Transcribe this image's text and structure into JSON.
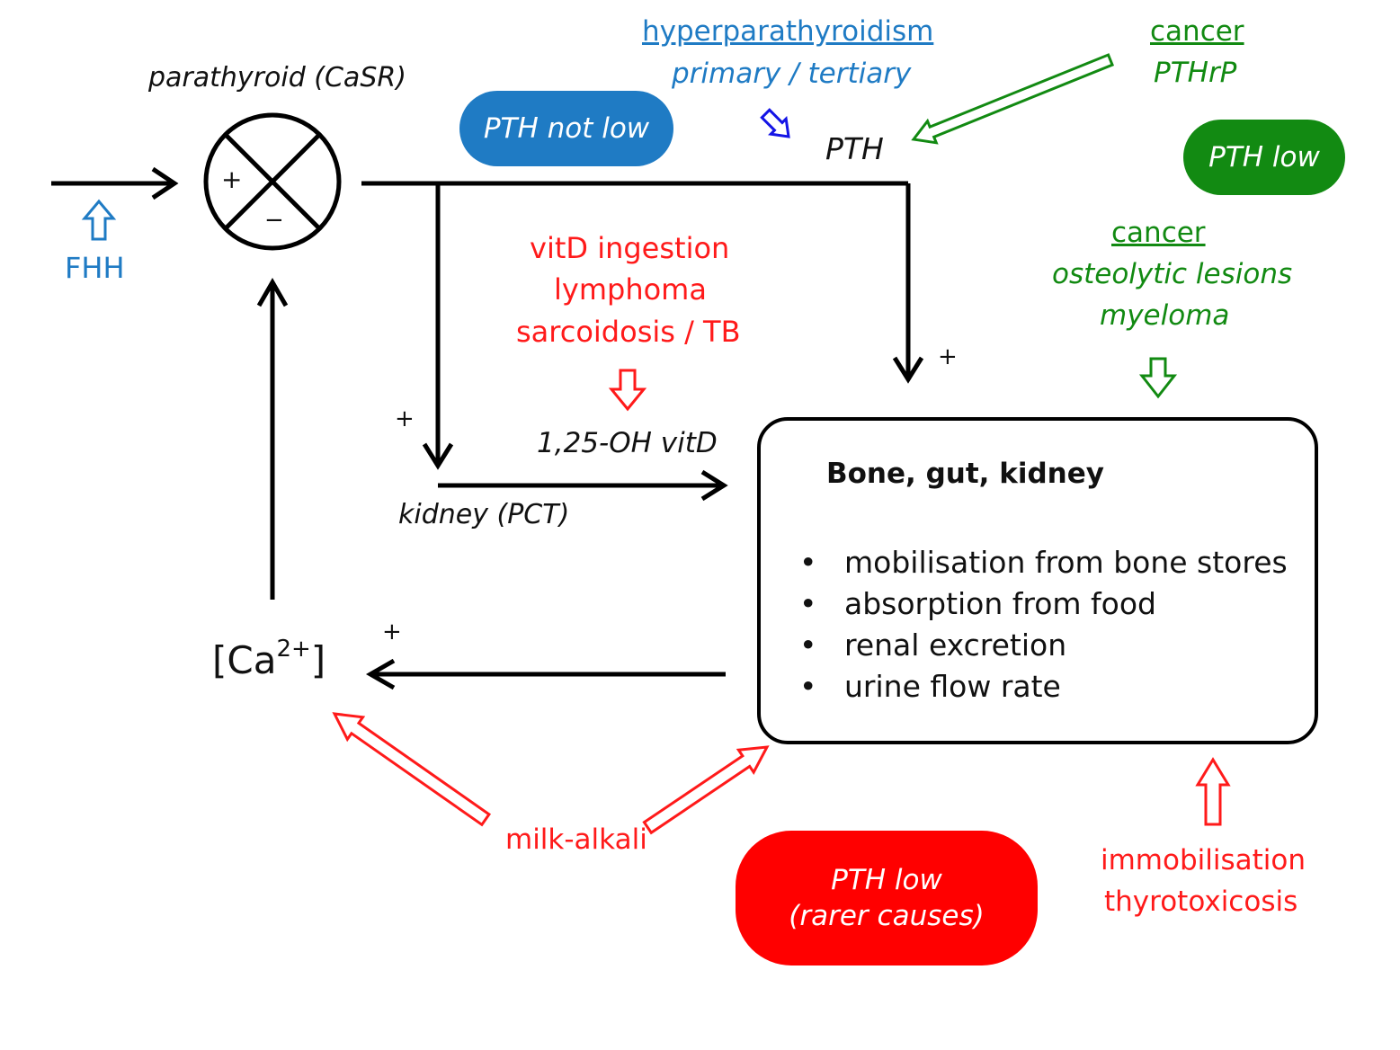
{
  "nodes": {
    "parathyroid_label": "parathyroid (CaSR)",
    "sum_plus": "+",
    "sum_minus": "−",
    "pth_label": "PTH",
    "kidney_label": "kidney (PCT)",
    "vitd_label": "1,25-OH vitD",
    "calcium_base": "[Ca",
    "calcium_sup": "2+",
    "calcium_close": "]",
    "plus_pth": "+",
    "plus_kidney": "+",
    "plus_calcium": "+"
  },
  "effector_box": {
    "title": "Bone, gut, kidney",
    "items": [
      "mobilisation from bone stores",
      "absorption from food",
      "renal excretion",
      "urine flow rate"
    ],
    "bullet": "•"
  },
  "causes": {
    "fhh": "FHH",
    "hyperpara_title": "hyperparathyroidism",
    "hyperpara_sub": "primary / tertiary",
    "cancer_pthrp_title": "cancer",
    "cancer_pthrp_sub": "PTHrP",
    "cancer_lytic_title": "cancer",
    "cancer_lytic_line1": "osteolytic lesions",
    "cancer_lytic_line2": "myeloma",
    "vitd_line1": "vitD ingestion",
    "vitd_line2": "lymphoma",
    "vitd_line3": "sarcoidosis / TB",
    "milk_alkali": "milk-alkali",
    "immob_line1": "immobilisation",
    "immob_line2": "thyrotoxicosis"
  },
  "badges": {
    "pth_not_low": "PTH not low",
    "pth_low_green": "PTH low",
    "pth_low_red_line1": "PTH low",
    "pth_low_red_line2": "(rarer causes)"
  },
  "colors": {
    "blue": "#1f7bc4",
    "green": "#128a12",
    "red": "#ff1a1a",
    "dark_blue_arrow": "#1414e6",
    "black": "#000000"
  }
}
